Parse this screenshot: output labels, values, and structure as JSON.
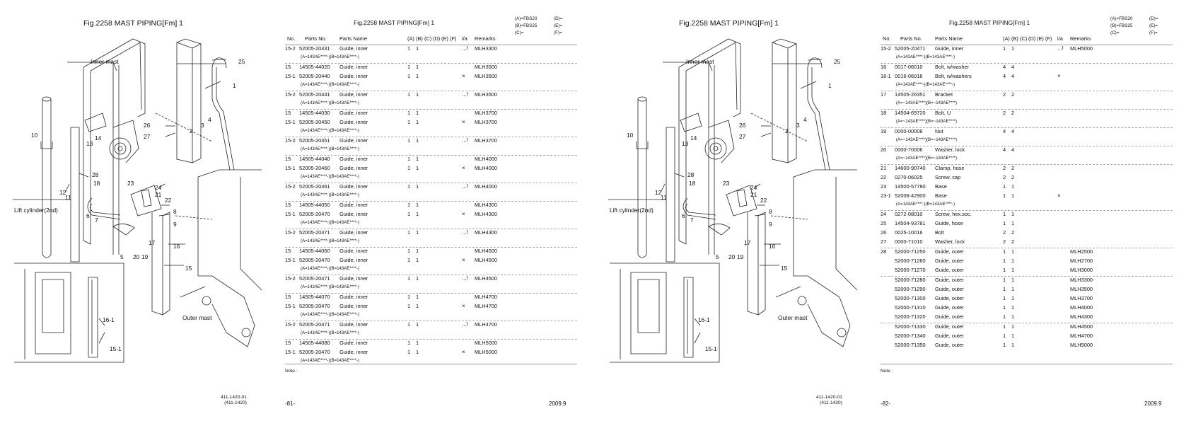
{
  "pages": [
    {
      "figure_title": "Fig.2258  MAST PIPING[Fm] 1",
      "section_title": "Fig.2258  MAST PIPING[Fm] 1",
      "model_codes_left": [
        "(A)=FBS20",
        "(B)=FBS25",
        "(C)="
      ],
      "model_codes_right": [
        "(D)=",
        "(E)=",
        "(F)="
      ],
      "figure_labels": {
        "inner_mast": "Inner mast",
        "outer_mast": "Outer mast",
        "lift_cylinder": "Lift cylinder(2nd)",
        "callouts": [
          "25",
          "1",
          "26",
          "27",
          "2",
          "3",
          "4",
          "14",
          "13",
          "10",
          "28",
          "18",
          "12",
          "11",
          "23",
          "24",
          "21",
          "22",
          "8",
          "9",
          "6",
          "7",
          "16",
          "17",
          "5",
          "20",
          "19",
          "15",
          "16-1",
          "15-1"
        ]
      },
      "table_header": {
        "no": "No.",
        "part_no": "Parts No.",
        "name": "Parts Name",
        "a": "(A)",
        "b": "(B)",
        "c": "(C)",
        "d": "(D)",
        "e": "(E)",
        "f": "(F)",
        "ia": "i/a",
        "remarks": "Remarks"
      },
      "rows": [
        {
          "no": "15-2",
          "part": "52005-20431",
          "name": "Guide, inner",
          "a": "1",
          "b": "1",
          "ia": "...!",
          "rem": "MLH3300",
          "sub": "(A=143AE****-)(B=143AE****-)"
        },
        {
          "no": "15",
          "part": "14505-44020",
          "name": "Guide, inner",
          "a": "1",
          "b": "1",
          "ia": "",
          "rem": "MLH3500",
          "sep": true
        },
        {
          "no": "15-1",
          "part": "52005-20440",
          "name": "Guide, inner",
          "a": "1",
          "b": "1",
          "ia": "×",
          "rem": "MLH3500",
          "sub": "(A=143AE****-)(B=143AE****-)"
        },
        {
          "no": "15-2",
          "part": "52005-20441",
          "name": "Guide, inner",
          "a": "1",
          "b": "1",
          "ia": "...!",
          "rem": "MLH3500",
          "sub": "(A=143AE****-)(B=143AE****-)",
          "sep": true
        },
        {
          "no": "15",
          "part": "14505-44030",
          "name": "Guide, inner",
          "a": "1",
          "b": "1",
          "ia": "",
          "rem": "MLH3700",
          "sep": true
        },
        {
          "no": "15-1",
          "part": "52005-20450",
          "name": "Guide, inner",
          "a": "1",
          "b": "1",
          "ia": "×",
          "rem": "MLH3700",
          "sub": "(A=143AE****-)(B=143AE****-)"
        },
        {
          "no": "15-2",
          "part": "52005-20451",
          "name": "Guide, inner",
          "a": "1",
          "b": "1",
          "ia": "...!",
          "rem": "MLH3700",
          "sub": "(A=143AE****-)(B=143AE****-)",
          "sep": true
        },
        {
          "no": "15",
          "part": "14505-44040",
          "name": "Guide, inner",
          "a": "1",
          "b": "1",
          "ia": "",
          "rem": "MLH4000",
          "sep": true
        },
        {
          "no": "15-1",
          "part": "52005-20460",
          "name": "Guide, inner",
          "a": "1",
          "b": "1",
          "ia": "×",
          "rem": "MLH4000",
          "sub": "(A=143AE****-)(B=143AE****-)"
        },
        {
          "no": "15-2",
          "part": "52005-20461",
          "name": "Guide, inner",
          "a": "1",
          "b": "1",
          "ia": "...!",
          "rem": "MLH4000",
          "sub": "(A=143AE****-)(B=143AE****-)",
          "sep": true
        },
        {
          "no": "15",
          "part": "14505-44050",
          "name": "Guide, inner",
          "a": "1",
          "b": "1",
          "ia": "",
          "rem": "MLH4300",
          "sep": true
        },
        {
          "no": "15-1",
          "part": "52005-20470",
          "name": "Guide, inner",
          "a": "1",
          "b": "1",
          "ia": "×",
          "rem": "MLH4300",
          "sub": "(A=143AE****-)(B=143AE****-)"
        },
        {
          "no": "15-2",
          "part": "52005-20471",
          "name": "Guide, inner",
          "a": "1",
          "b": "1",
          "ia": "...!",
          "rem": "MLH4300",
          "sub": "(A=143AE****-)(B=143AE****-)",
          "sep": true
        },
        {
          "no": "15",
          "part": "14505-44060",
          "name": "Guide, inner",
          "a": "1",
          "b": "1",
          "ia": "",
          "rem": "MLH4500",
          "sep": true
        },
        {
          "no": "15-1",
          "part": "52005-20470",
          "name": "Guide, inner",
          "a": "1",
          "b": "1",
          "ia": "×",
          "rem": "MLH4500",
          "sub": "(A=143AE****-)(B=143AE****-)"
        },
        {
          "no": "15-2",
          "part": "52005-20471",
          "name": "Guide, inner",
          "a": "1",
          "b": "1",
          "ia": "...!",
          "rem": "MLH4500",
          "sub": "(A=143AE****-)(B=143AE****-)",
          "sep": true
        },
        {
          "no": "15",
          "part": "14505-44070",
          "name": "Guide, inner",
          "a": "1",
          "b": "1",
          "ia": "",
          "rem": "MLH4700",
          "sep": true
        },
        {
          "no": "15-1",
          "part": "52005-20470",
          "name": "Guide, inner",
          "a": "1",
          "b": "1",
          "ia": "×",
          "rem": "MLH4700",
          "sub": "(A=143AE****-)(B=143AE****-)"
        },
        {
          "no": "15-2",
          "part": "52005-20471",
          "name": "Guide, inner",
          "a": "1",
          "b": "1",
          "ia": "...!",
          "rem": "MLH4700",
          "sub": "(A=143AE****-)(B=143AE****-)",
          "sep": true
        },
        {
          "no": "15",
          "part": "14505-44080",
          "name": "Guide, inner",
          "a": "1",
          "b": "1",
          "ia": "",
          "rem": "MLH5000",
          "sep": true
        },
        {
          "no": "15-1",
          "part": "52005-20470",
          "name": "Guide, inner",
          "a": "1",
          "b": "1",
          "ia": "×",
          "rem": "MLH5000",
          "sub": "(A=143AE****-)(B=143AE****-)"
        }
      ],
      "note_label": "Note :",
      "figure_code": [
        "411-1420-01",
        "(411-1420)"
      ],
      "page_number": "-81-",
      "date": "2009.9"
    },
    {
      "figure_title": "Fig.2258  MAST PIPING[Fm] 1",
      "section_title": "Fig.2258  MAST PIPING[Fm] 1",
      "model_codes_left": [
        "(A)=FBS20",
        "(B)=FBS25",
        "(C)="
      ],
      "model_codes_right": [
        "(D)=",
        "(E)=",
        "(F)="
      ],
      "figure_labels": {
        "inner_mast": "Inner mast",
        "outer_mast": "Outer mast",
        "lift_cylinder": "Lift cylinder(2nd)",
        "callouts": [
          "25",
          "1",
          "26",
          "27",
          "2",
          "3",
          "4",
          "14",
          "13",
          "10",
          "28",
          "18",
          "12",
          "11",
          "23",
          "24",
          "21",
          "22",
          "8",
          "9",
          "6",
          "7",
          "16",
          "17",
          "5",
          "20",
          "19",
          "15",
          "16-1",
          "15-1"
        ]
      },
      "table_header": {
        "no": "No.",
        "part_no": "Parts No.",
        "name": "Parts Name",
        "a": "(A)",
        "b": "(B)",
        "c": "(C)",
        "d": "(D)",
        "e": "(E)",
        "f": "(F)",
        "ia": "i/a",
        "remarks": "Remarks"
      },
      "rows": [
        {
          "no": "15-2",
          "part": "52005-20471",
          "name": "Guide, inner",
          "a": "1",
          "b": "1",
          "ia": "...!",
          "rem": "MLH5000",
          "sub": "(A=143AE****-)(B=143AE****-)"
        },
        {
          "no": "16",
          "part": "0017-06010",
          "name": "Bolt, w/washer",
          "a": "4",
          "b": "4",
          "ia": "",
          "rem": "",
          "sep": true
        },
        {
          "no": "16-1",
          "part": "0016-06016",
          "name": "Bolt, w/washers",
          "a": "4",
          "b": "4",
          "ia": "×",
          "rem": "",
          "sub": "(A=143AE****-)(B=143AE****-)"
        },
        {
          "no": "17",
          "part": "14505-26351",
          "name": "Bracket",
          "a": "2",
          "b": "2",
          "ia": "",
          "rem": "",
          "sub": "(A=~143AE****)(B=~143AE****)",
          "sep": true
        },
        {
          "no": "18",
          "part": "14504-69720",
          "name": "Bolt, U",
          "a": "2",
          "b": "2",
          "ia": "",
          "rem": "",
          "sub": "(A=~143AE****)(B=~143AE****)",
          "sep": true
        },
        {
          "no": "19",
          "part": "0000-00006",
          "name": "Nut",
          "a": "4",
          "b": "4",
          "ia": "",
          "rem": "",
          "sub": "(A=~143AE****)(B=~143AE****)",
          "sep": true
        },
        {
          "no": "20",
          "part": "0000-70006",
          "name": "Washer, lock",
          "a": "4",
          "b": "4",
          "ia": "",
          "rem": "",
          "sub": "(A=~143AE****)(B=~143AE****)",
          "sep": true
        },
        {
          "no": "21",
          "part": "14600-90740",
          "name": "Clamp, hose",
          "a": "2",
          "b": "2",
          "ia": "",
          "rem": "",
          "sep": true
        },
        {
          "no": "22",
          "part": "0270-06025",
          "name": "Screw, cap",
          "a": "2",
          "b": "2",
          "ia": "",
          "rem": ""
        },
        {
          "no": "23",
          "part": "14500-57780",
          "name": "Base",
          "a": "1",
          "b": "1",
          "ia": "",
          "rem": ""
        },
        {
          "no": "23-1",
          "part": "52006-42900",
          "name": "Base",
          "a": "1",
          "b": "1",
          "ia": "×",
          "rem": "",
          "sub": "(A=143AE****-)(B=143AE****-)"
        },
        {
          "no": "24",
          "part": "0272-08010",
          "name": "Screw, hex.soc.",
          "a": "1",
          "b": "1",
          "ia": "",
          "rem": "",
          "sep": true
        },
        {
          "no": "25",
          "part": "14504-93781",
          "name": "Guide, hose",
          "a": "1",
          "b": "1",
          "ia": "",
          "rem": ""
        },
        {
          "no": "26",
          "part": "0025-10016",
          "name": "Bolt",
          "a": "2",
          "b": "2",
          "ia": "",
          "rem": ""
        },
        {
          "no": "27",
          "part": "0000-71010",
          "name": "Washer, lock",
          "a": "2",
          "b": "2",
          "ia": "",
          "rem": ""
        },
        {
          "no": "28",
          "part": "52000-71250",
          "name": "Guide, outer",
          "a": "1",
          "b": "1",
          "ia": "",
          "rem": "MLH2500",
          "sep": true
        },
        {
          "no": "",
          "part": "52000-71260",
          "name": "Guide, outer",
          "a": "1",
          "b": "1",
          "ia": "",
          "rem": "MLH2700"
        },
        {
          "no": "",
          "part": "52000-71270",
          "name": "Guide, outer",
          "a": "1",
          "b": "1",
          "ia": "",
          "rem": "MLH3000"
        },
        {
          "no": "",
          "part": "52000-71280",
          "name": "Guide, outer",
          "a": "1",
          "b": "1",
          "ia": "",
          "rem": "MLH3300",
          "sep": true
        },
        {
          "no": "",
          "part": "52000-71290",
          "name": "Guide, outer",
          "a": "1",
          "b": "1",
          "ia": "",
          "rem": "MLH3500"
        },
        {
          "no": "",
          "part": "52000-71300",
          "name": "Guide, outer",
          "a": "1",
          "b": "1",
          "ia": "",
          "rem": "MLH3700"
        },
        {
          "no": "",
          "part": "52000-71310",
          "name": "Guide, outer",
          "a": "1",
          "b": "1",
          "ia": "",
          "rem": "MLH4000"
        },
        {
          "no": "",
          "part": "52000-71320",
          "name": "Guide, outer",
          "a": "1",
          "b": "1",
          "ia": "",
          "rem": "MLH4300"
        },
        {
          "no": "",
          "part": "52000-71330",
          "name": "Guide, outer",
          "a": "1",
          "b": "1",
          "ia": "",
          "rem": "MLH4500",
          "sep": true
        },
        {
          "no": "",
          "part": "52000-71340",
          "name": "Guide, outer",
          "a": "1",
          "b": "1",
          "ia": "",
          "rem": "MLH4700"
        },
        {
          "no": "",
          "part": "52000-71350",
          "name": "Guide, outer",
          "a": "1",
          "b": "1",
          "ia": "",
          "rem": "MLH5000"
        }
      ],
      "note_label": "Note :",
      "figure_code": [
        "411-1420-01",
        "(411-1420)"
      ],
      "page_number": "-82-",
      "date": "2009.9"
    }
  ]
}
